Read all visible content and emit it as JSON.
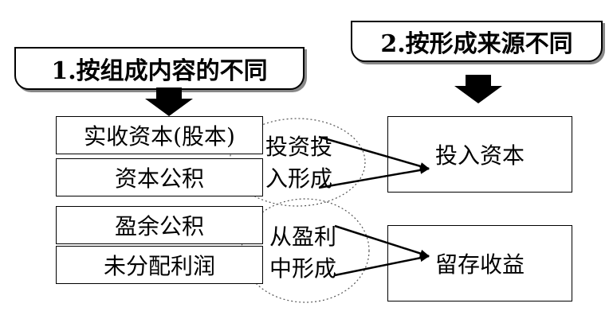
{
  "headers": {
    "left": "1.按组成内容的不同",
    "right": "2.按形成来源不同"
  },
  "left_items": [
    "实收资本(股本)",
    "资本公积",
    "盈余公积",
    "未分配利润"
  ],
  "right_items": [
    "投入资本",
    "留存收益"
  ],
  "groups": {
    "investment": [
      "投资投",
      "入形成"
    ],
    "earnings": [
      "从盈利",
      "中形成"
    ]
  }
}
